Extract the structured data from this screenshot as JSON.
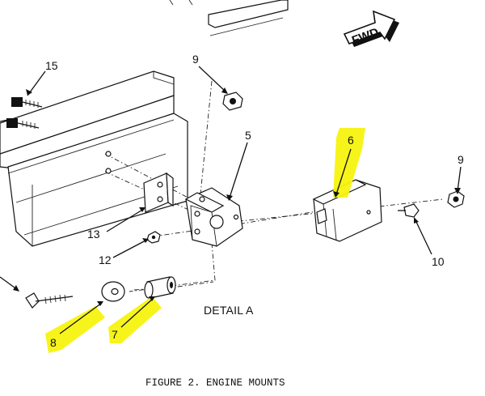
{
  "callouts": {
    "c15": "15",
    "c9a": "9",
    "c5": "5",
    "c6": "6",
    "c9b": "9",
    "c13": "13",
    "c12": "12",
    "c10": "10",
    "c8": "8",
    "c7": "7"
  },
  "direction_label": "FWD",
  "detail_label": "DETAIL A",
  "caption": "FIGURE 2. ENGINE MOUNTS",
  "colors": {
    "highlight": "#f7f30f",
    "ink": "#111111"
  }
}
